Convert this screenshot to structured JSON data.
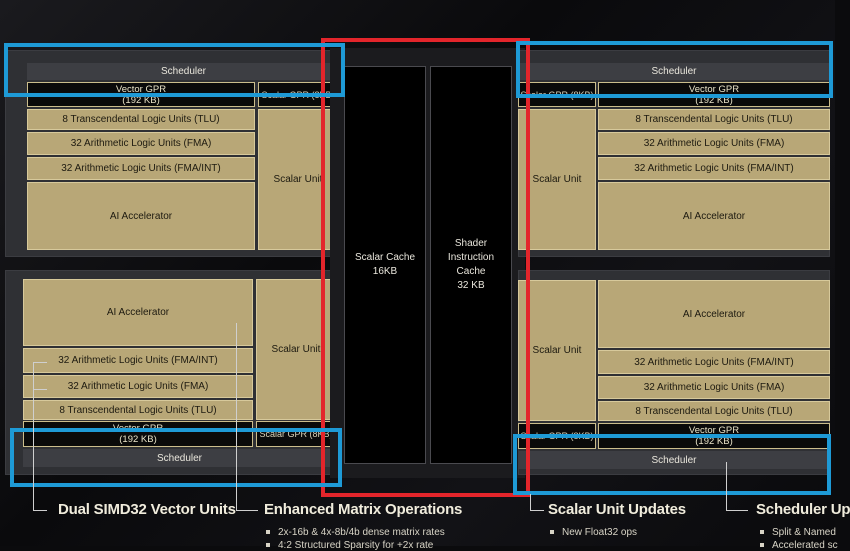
{
  "left_top": {
    "scheduler": "Scheduler",
    "vector_gpr": [
      "Vector GPR",
      "(192 KB)"
    ],
    "scalar_gpr": "Scalar GPR (8KB)",
    "tlu": "8 Transcendental Logic Units (TLU)",
    "fma": "32 Arithmetic Logic Units (FMA)",
    "fma_int": "32 Arithmetic Logic Units (FMA/INT)",
    "ai": "AI Accelerator",
    "scalar_unit": "Scalar Unit"
  },
  "left_bottom": {
    "scheduler": "Scheduler",
    "vector_gpr": [
      "Vector GPR",
      "(192 KB)"
    ],
    "scalar_gpr": "Scalar GPR (8KB)",
    "tlu": "8 Transcendental Logic Units (TLU)",
    "fma": "32 Arithmetic Logic Units (FMA)",
    "fma_int": "32 Arithmetic Logic Units (FMA/INT)",
    "ai": "AI Accelerator",
    "scalar_unit": "Scalar Unit"
  },
  "right_top": {
    "scheduler": "Scheduler",
    "vector_gpr": [
      "Vector GPR",
      "(192 KB)"
    ],
    "scalar_gpr": "Scalar GPR (8KB)",
    "tlu": "8 Transcendental Logic Units (TLU)",
    "fma": "32 Arithmetic Logic Units (FMA)",
    "fma_int": "32 Arithmetic Logic Units (FMA/INT)",
    "ai": "AI Accelerator",
    "scalar_unit": "Scalar Unit"
  },
  "right_bottom": {
    "scheduler": "Scheduler",
    "vector_gpr": [
      "Vector GPR",
      "(192 KB)"
    ],
    "scalar_gpr": "Scalar GPR (8KB)",
    "tlu": "8 Transcendental Logic Units (TLU)",
    "fma": "32 Arithmetic Logic Units (FMA)",
    "fma_int": "32 Arithmetic Logic Units (FMA/INT)",
    "ai": "AI Accelerator",
    "scalar_unit": "Scalar Unit"
  },
  "center": {
    "scalar_cache": [
      "Scalar Cache",
      "16KB"
    ],
    "shader_cache": [
      "Shader",
      "Instruction",
      "Cache",
      "32 KB"
    ]
  },
  "captions": {
    "dual_simd": "Dual SIMD32 Vector Units",
    "matrix": "Enhanced Matrix Operations",
    "matrix_bullets": [
      "2x-16b & 4x-8b/4b dense matrix rates",
      "4:2 Structured Sparsity for +2x rate"
    ],
    "scalar_updates": "Scalar Unit Updates",
    "scalar_bullets": [
      "New Float32 ops"
    ],
    "scheduler_up": "Scheduler Up",
    "scheduler_bullets": [
      "Split & Named",
      "Accelerated sc"
    ]
  },
  "colors": {
    "gold": "#b8a777",
    "highlight_blue": "#1e9ad6",
    "highlight_red": "#e3252b"
  }
}
